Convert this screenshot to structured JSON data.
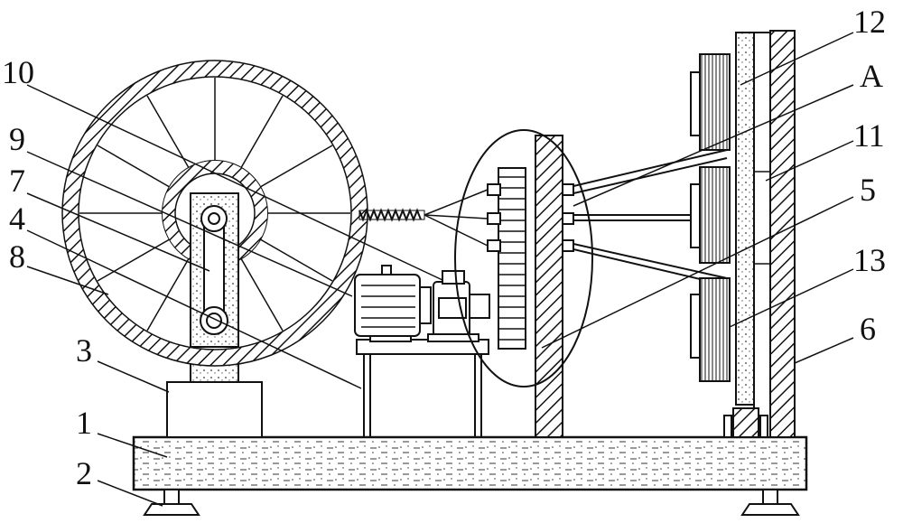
{
  "labels": {
    "l1": "1",
    "l2": "2",
    "l3": "3",
    "l4": "4",
    "l5": "5",
    "l6": "6",
    "l7": "7",
    "l8": "8",
    "l9": "9",
    "l10": "10",
    "l11": "11",
    "l12": "12",
    "l13": "13",
    "lA": "A"
  }
}
